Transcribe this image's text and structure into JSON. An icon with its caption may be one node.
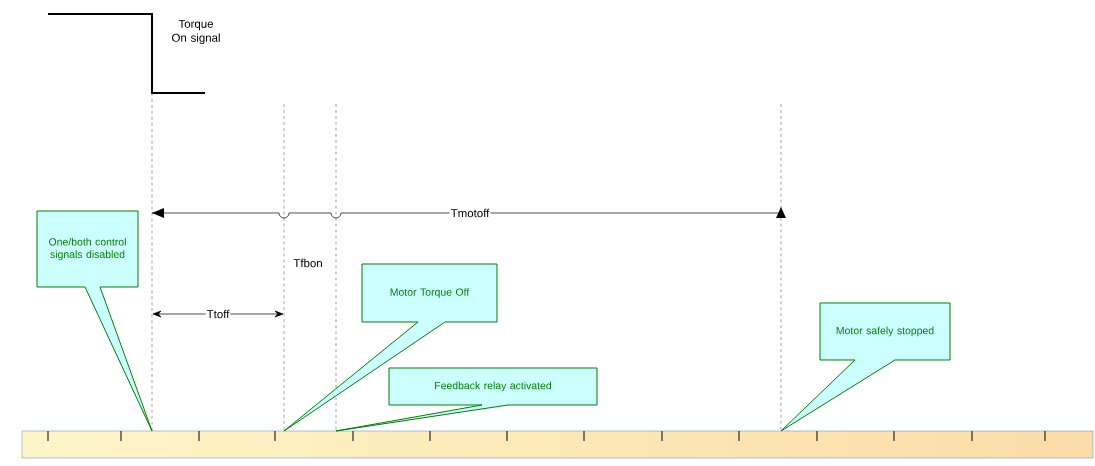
{
  "diagram": {
    "nodes": [
      {
        "text": [
          "One/both control signals disabled"
        ]
      },
      {
        "text": [
          "Motor Torque Off"
        ]
      },
      {
        "text": [
          "Motor safely stopped"
        ]
      },
      {
        "text": [
          "Feedback relay activated"
        ]
      }
    ],
    "labels": [
      "Torque On signal",
      "Tmotoff",
      "Tfbon",
      "Ttoff"
    ]
  }
}
